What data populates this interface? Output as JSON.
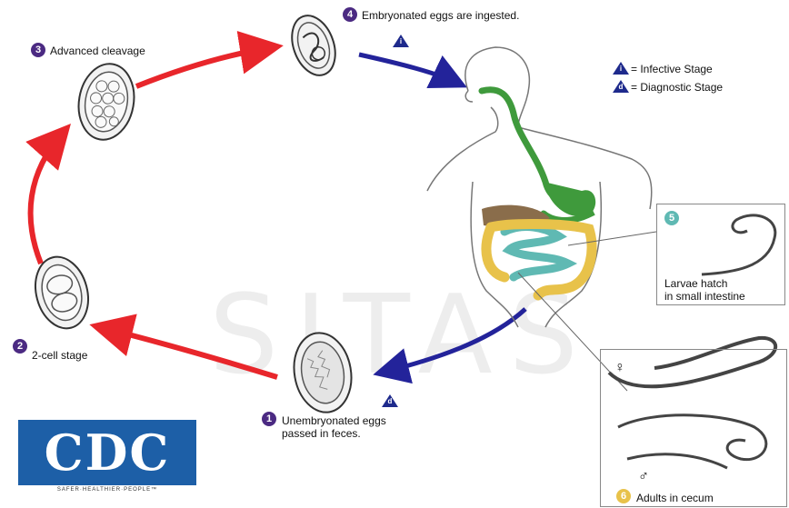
{
  "stages": [
    {
      "number": "1",
      "text_lines": [
        "Unembryonated eggs",
        "passed in feces."
      ]
    },
    {
      "number": "2",
      "text_lines": [
        "2-cell stage"
      ]
    },
    {
      "number": "3",
      "text_lines": [
        "Advanced cleavage"
      ]
    },
    {
      "number": "4",
      "text_lines": [
        "Embryonated eggs are ingested."
      ]
    },
    {
      "number": "5",
      "text_lines": [
        "Larvae hatch",
        "in small intestine"
      ]
    },
    {
      "number": "6",
      "text_lines": [
        "Adults in cecum"
      ]
    }
  ],
  "legend": {
    "infective": {
      "symbol": "i",
      "text": "= Infective Stage"
    },
    "diagnostic": {
      "symbol": "d",
      "text": "= Diagnostic Stage"
    }
  },
  "markers": {
    "infective_symbol": "i",
    "diagnostic_symbol": "d"
  },
  "adult_symbols": {
    "female": "♀",
    "male": "♂"
  },
  "logo": {
    "letters": "CDC",
    "tagline": "SAFER·HEALTHIER·PEOPLE™"
  },
  "watermark": "SITAS",
  "colors": {
    "step_purple": "#4b2a82",
    "arrow_red": "#e8262b",
    "arrow_blue": "#23239a",
    "legend_triangle": "#1e2a8c",
    "stomach_green": "#3f9a3c",
    "intestine_teal": "#5fb9b3",
    "colon_gold": "#e8c24a",
    "liver_brown": "#8a6d4b",
    "cdc_blue": "#1d5fa7"
  }
}
